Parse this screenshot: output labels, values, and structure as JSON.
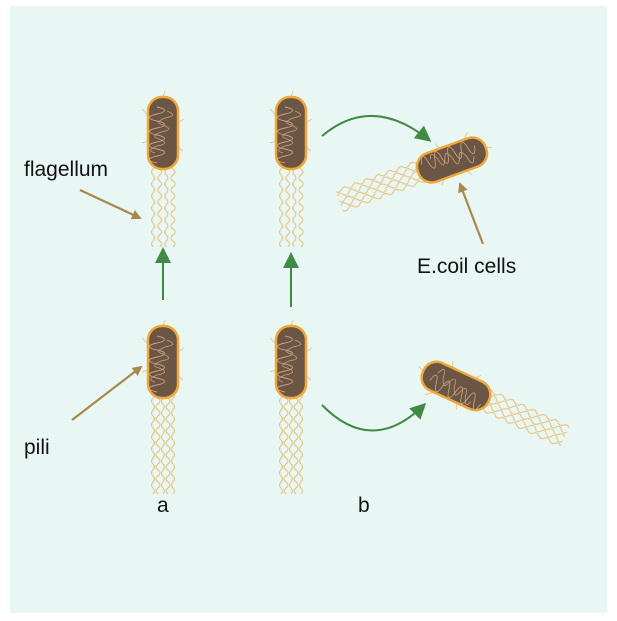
{
  "labels": {
    "flagellum": "flagellum",
    "pili": "pili",
    "ecoli_cells": "E.coil cells",
    "panel_a": "a",
    "panel_b": "b"
  },
  "colors": {
    "background": "#e9f7f4",
    "cell_fill": "#6b5544",
    "cell_outline": "#f0a83a",
    "nucleoid": "#c9a27c",
    "flagella": "#e8c98a",
    "pointer_arrow": "#a8884c",
    "motion_arrow": "#3f8a45"
  }
}
